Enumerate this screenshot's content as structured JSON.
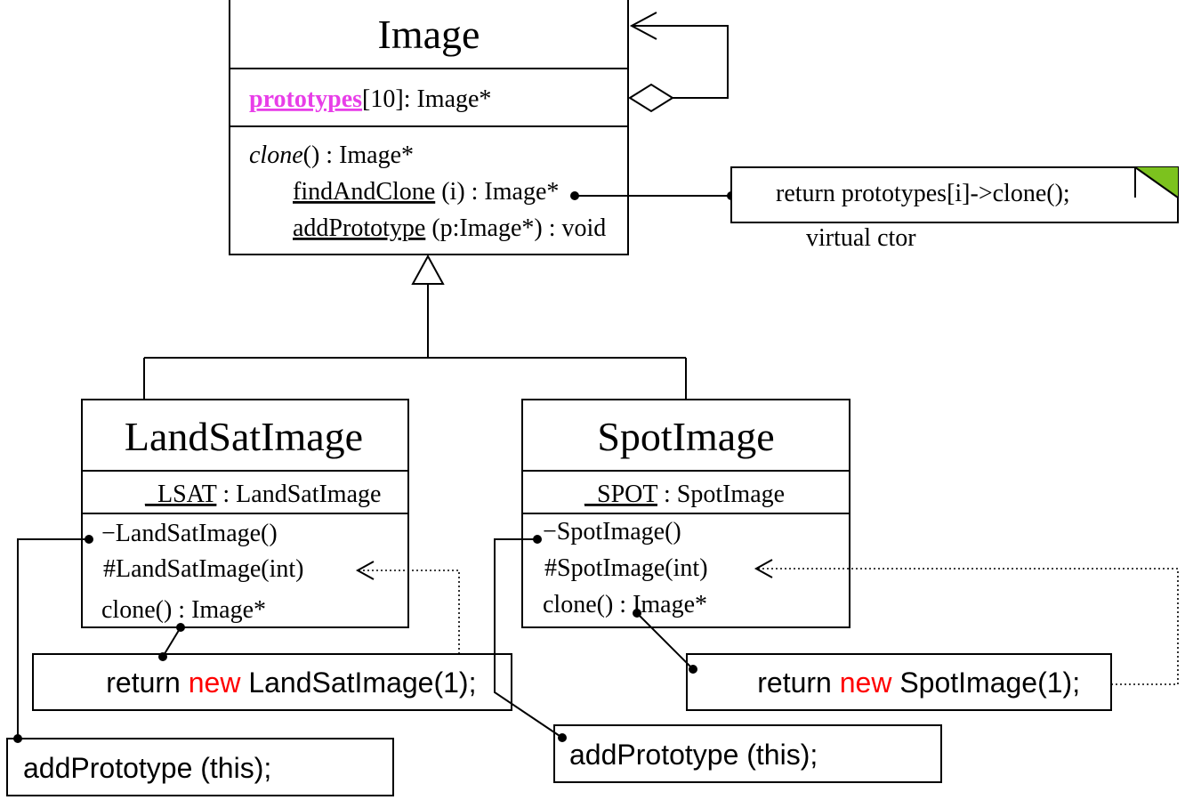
{
  "image_class": {
    "name": "Image",
    "attribute_name": "prototypes",
    "attribute_rest": "[10]: Image*",
    "op_clone_name": "clone",
    "op_clone_rest": "() : Image*",
    "op_find_name": "findAndClone",
    "op_find_rest": " (i) : Image*",
    "op_add_name": "addPrototype",
    "op_add_rest": " (p:Image*) : void"
  },
  "note": {
    "text": "return prototypes[i]->clone();",
    "caption": "virtual ctor"
  },
  "landsat_class": {
    "name": "LandSatImage",
    "attribute_name": "_LSAT",
    "attribute_rest": " : LandSatImage",
    "op1": "−LandSatImage()",
    "op2": "#LandSatImage(int)",
    "op3": "clone() : Image*"
  },
  "spot_class": {
    "name": "SpotImage",
    "attribute_name": "_SPOT",
    "attribute_rest": " : SpotImage",
    "op1": "−SpotImage()",
    "op2": "#SpotImage(int)",
    "op3": "clone() : Image*"
  },
  "code_boxes": {
    "return_kw": "return",
    "new_kw": "new",
    "landsat_ctor": "LandSatImage(1);",
    "spot_ctor": "SpotImage(1);",
    "landsat_add": "addPrototype (this);",
    "spot_add": "addPrototype (this);"
  },
  "colors": {
    "attribute_highlight": "#e83ee8",
    "keyword_new": "#ff0000",
    "note_corner": "#7cc21e"
  }
}
